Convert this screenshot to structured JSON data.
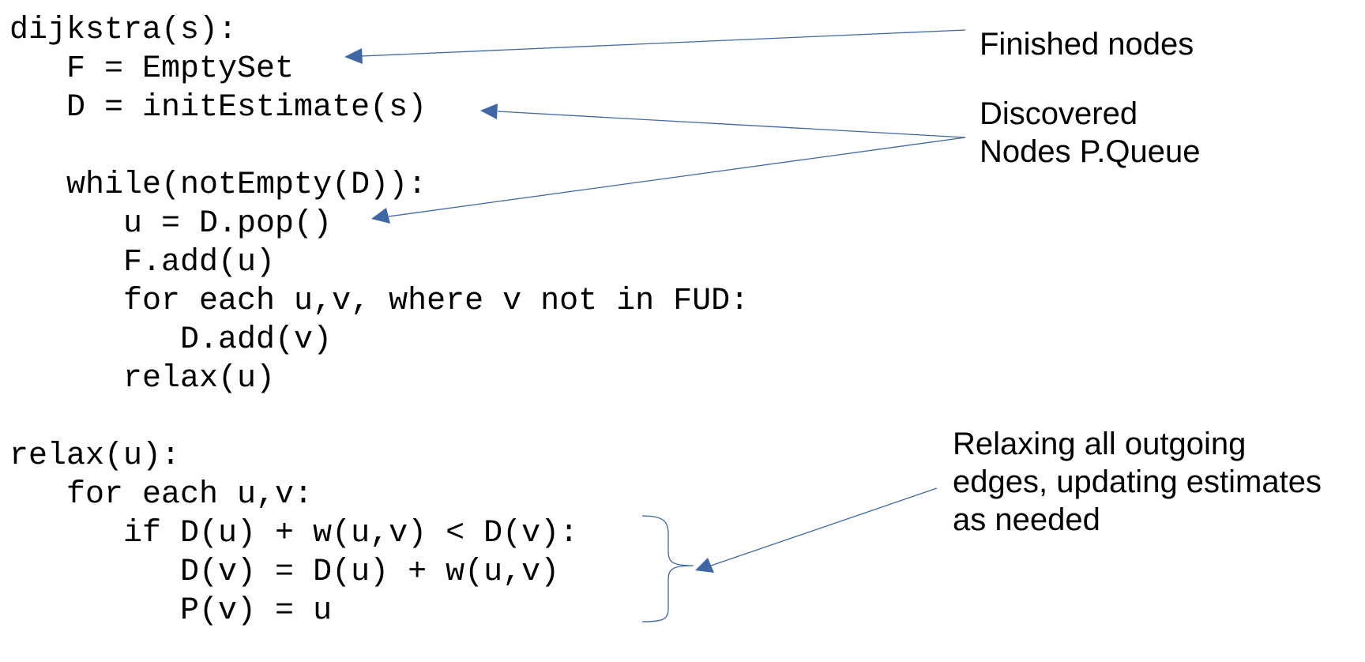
{
  "code": {
    "lines": [
      "dijkstra(s):",
      "   F = EmptySet",
      "   D = initEstimate(s)",
      "",
      "   while(notEmpty(D)):",
      "      u = D.pop()",
      "      F.add(u)",
      "      for each u,v, where v not in FUD:",
      "         D.add(v)",
      "      relax(u)",
      "",
      "relax(u):",
      "   for each u,v:",
      "      if D(u) + w(u,v) < D(v):",
      "         D(v) = D(u) + w(u,v)",
      "         P(v) = u"
    ]
  },
  "annotations": {
    "finished": {
      "lines": [
        "Finished nodes"
      ]
    },
    "discovered": {
      "lines": [
        "Discovered",
        "Nodes P.Queue"
      ]
    },
    "relaxing": {
      "lines": [
        "Relaxing all outgoing",
        "edges, updating estimates",
        "as needed"
      ]
    }
  },
  "colors": {
    "arrow": "#3f67a6",
    "text": "#000000"
  }
}
